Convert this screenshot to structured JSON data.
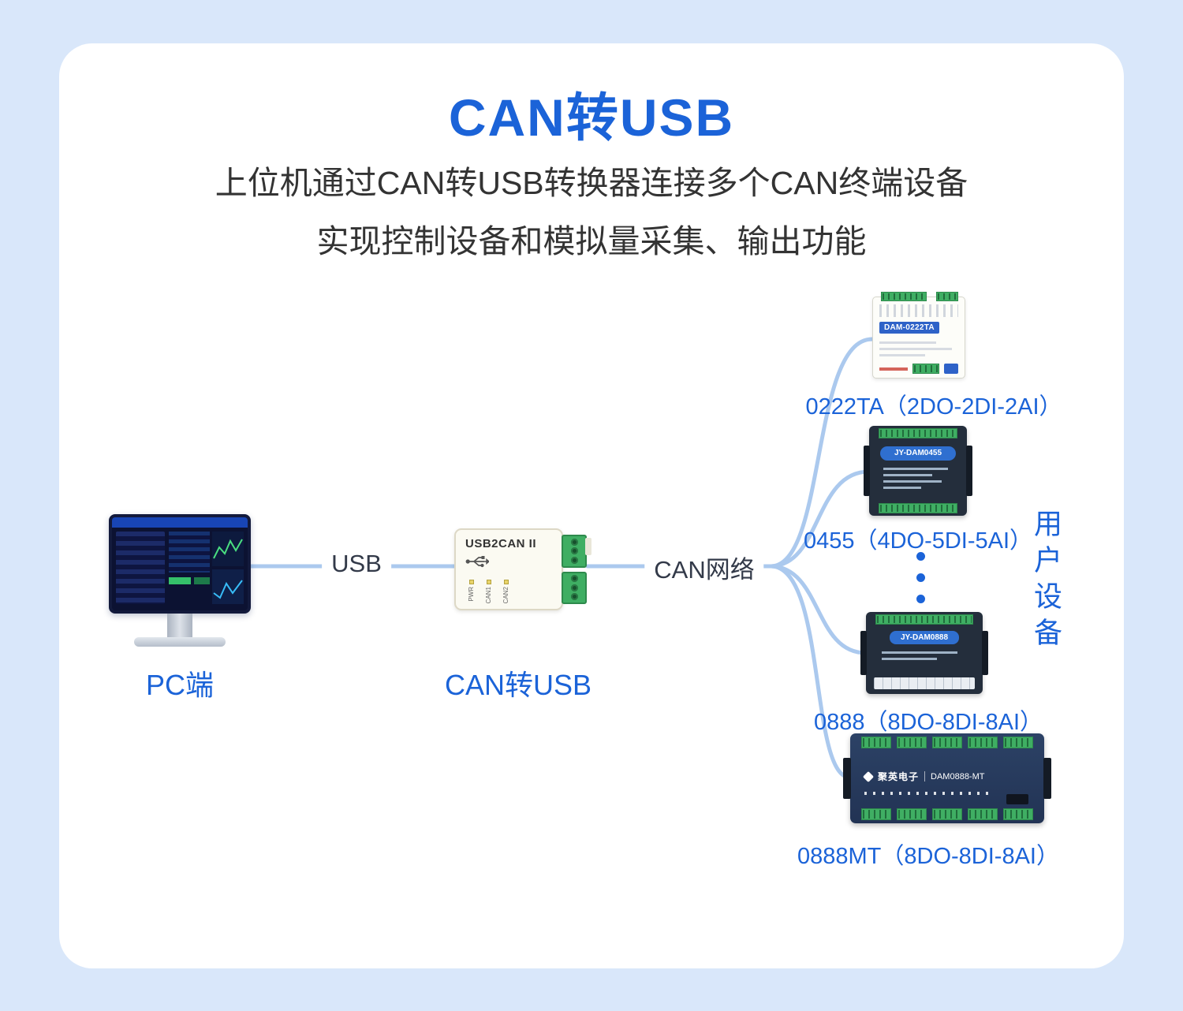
{
  "header": {
    "title": "CAN转USB",
    "subtitle_line1": "上位机通过CAN转USB转换器连接多个CAN终端设备",
    "subtitle_line2": "实现控制设备和模拟量采集、输出功能"
  },
  "pc": {
    "label": "PC端"
  },
  "converter": {
    "label": "CAN转USB",
    "model": "USB2CAN II",
    "ports": [
      "PWR",
      "CAN1",
      "CAN2"
    ]
  },
  "links": {
    "usb": "USB",
    "can": "CAN网络"
  },
  "devices": [
    {
      "model": "DAM-0222TA",
      "label": "0222TA（2DO-2DI-2AI）"
    },
    {
      "model": "JY-DAM0455",
      "label": "0455（4DO-5DI-5AI）"
    },
    {
      "model": "JY-DAM0888",
      "label": "0888（8DO-8DI-8AI）"
    },
    {
      "model": "DAM0888-MT",
      "brand": "聚英电子",
      "label": "0888MT（8DO-8DI-8AI）"
    }
  ],
  "side_label": "用户设备",
  "colors": {
    "background": "#d9e7fa",
    "card": "#ffffff",
    "accent_blue": "#1b63d8",
    "text_dark": "#333333",
    "connector": "#abc9ee",
    "terminal_green": "#3fae63"
  }
}
